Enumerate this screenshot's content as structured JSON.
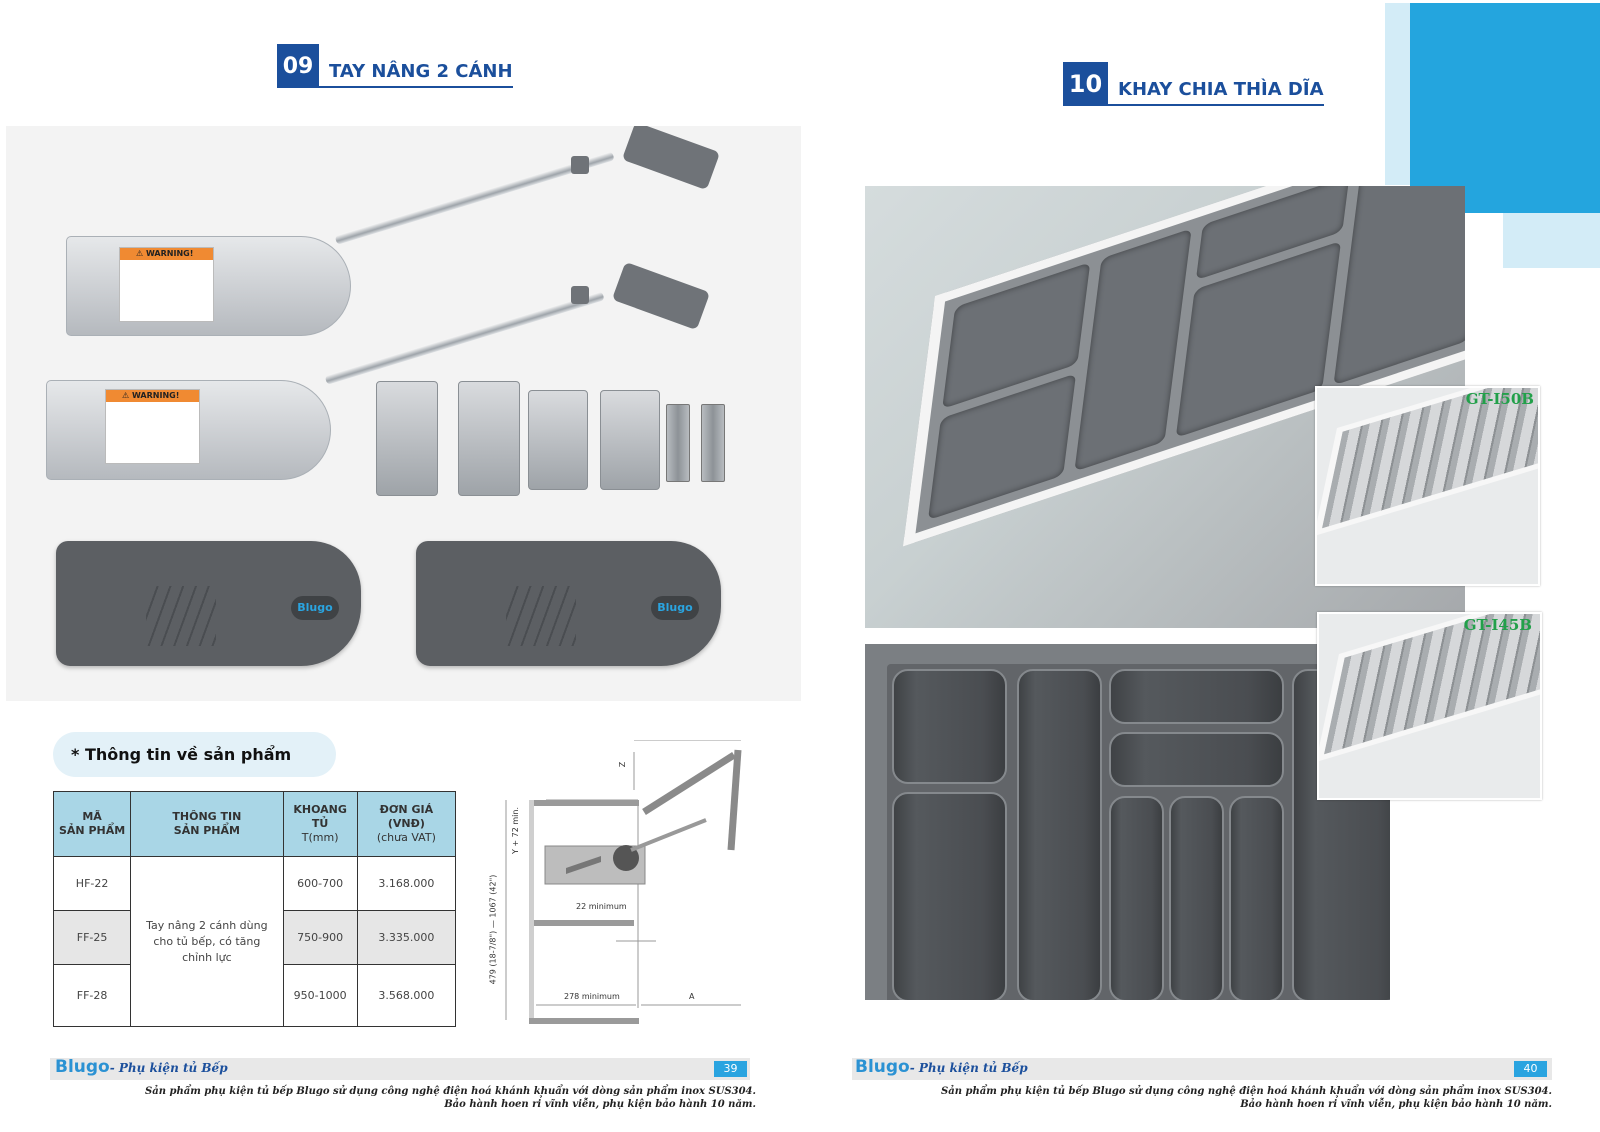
{
  "left_page": {
    "section": {
      "number": "09",
      "title": "TAY NÂNG 2 CÁNH"
    },
    "product_photo": {
      "description": "Bộ tay nâng 2 cánh: 2 cơ cấu nâng, bản lề, nắp che",
      "warning_label": "WARNING!",
      "cover_logo": "Blugo"
    },
    "info_heading": "* Thông tin về sản phẩm",
    "table": {
      "headers": [
        {
          "line1": "MÃ",
          "line2": "SẢN PHẨM"
        },
        {
          "line1": "THÔNG TIN",
          "line2": "SẢN PHẨM"
        },
        {
          "line1": "KHOANG",
          "line2": "TỦ",
          "sub": "T(mm)"
        },
        {
          "line1": "ĐƠN GIÁ",
          "line2": "(VNĐ)",
          "sub": "(chưa VAT)"
        }
      ],
      "description": "Tay nâng 2 cánh dùng cho tủ bếp, có tăng chỉnh lực",
      "rows": [
        {
          "code": "HF-22",
          "cabinet": "600-700",
          "price": "3.168.000"
        },
        {
          "code": "FF-25",
          "cabinet": "750-900",
          "price": "3.335.000"
        },
        {
          "code": "FF-28",
          "cabinet": "950-1000",
          "price": "3.568.000"
        }
      ]
    },
    "diagram": {
      "label_z": "Z",
      "label_y": "Y + 72 min.",
      "label_height": "479 (18-7/8\") — 1067 (42\")",
      "label_22": "22 minimum",
      "label_278": "278 minimum",
      "label_a": "A"
    },
    "footer": {
      "brand": "Blugo",
      "tagline": "- Phụ kiện tủ Bếp",
      "page": "39",
      "note_line1": "Sản phẩm phụ kiện tủ bếp Blugo sử dụng công nghệ điện hoá khánh khuẩn với dòng sản phẩm inox SUS304.",
      "note_line2": "Bảo hành hoen rỉ vĩnh viễn, phụ kiện bảo hành 10 năm."
    }
  },
  "right_page": {
    "section": {
      "number": "10",
      "title": "KHAY CHIA THÌA DĨA"
    },
    "photos": [
      {
        "name": "drawer-with-grey-cutlery-tray"
      },
      {
        "name": "grey-cutlery-tray-top-view"
      },
      {
        "name": "stainless-organizer",
        "model": "GT-I50B"
      },
      {
        "name": "stainless-organizer",
        "model": "GT-I45B"
      }
    ],
    "footer": {
      "brand": "Blugo",
      "tagline": "- Phụ kiện tủ Bếp",
      "page": "40",
      "note_line1": "Sản phẩm phụ kiện tủ bếp Blugo sử dụng công nghệ điện hoá khánh khuẩn với dòng sản phẩm inox SUS304.",
      "note_line2": "Bảo hành hoen rỉ vĩnh viễn, phụ kiện bảo hành 10 năm."
    }
  },
  "colors": {
    "brand_navy": "#1b4f9c",
    "brand_blue": "#24a5de",
    "light_blue": "#d3ecf7",
    "table_header": "#a9d6e6",
    "model_green": "#22a04a"
  }
}
